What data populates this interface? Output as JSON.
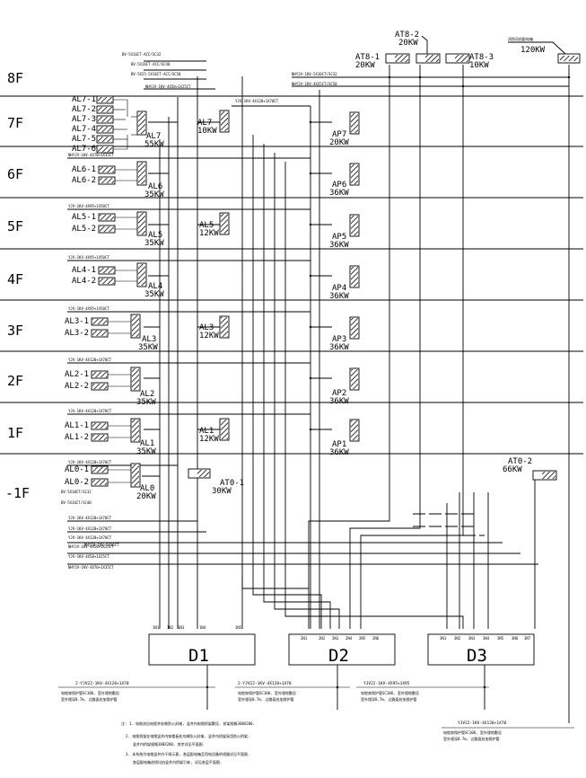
{
  "floors": [
    "8F",
    "7F",
    "6F",
    "5F",
    "4F",
    "3F",
    "2F",
    "1F",
    "-1F"
  ],
  "panels": {
    "AT8_1": {
      "name": "AT8-1",
      "power": "20KW"
    },
    "AT8_2": {
      "name": "AT8-2",
      "power": "20KW"
    },
    "AT8_3": {
      "name": "AT8-3",
      "power": "10KW"
    },
    "fan": {
      "name": "消防风机配电箱",
      "power": "120KW"
    },
    "AL7": {
      "name": "AL7",
      "power": "55KW"
    },
    "AL7r": {
      "name": "AL7",
      "power": "10KW"
    },
    "AP7": {
      "name": "AP7",
      "power": "20KW"
    },
    "AL6": {
      "name": "AL6",
      "power": "35KW"
    },
    "AP6": {
      "name": "AP6",
      "power": "36KW"
    },
    "AL5": {
      "name": "AL5",
      "power": "35KW"
    },
    "AL5r": {
      "name": "AL5",
      "power": "12KW"
    },
    "AP5": {
      "name": "AP5",
      "power": "36KW"
    },
    "AL4": {
      "name": "AL4",
      "power": "35KW"
    },
    "AP4": {
      "name": "AP4",
      "power": "36KW"
    },
    "AL3": {
      "name": "AL3",
      "power": "35KW"
    },
    "AL3r": {
      "name": "AL3",
      "power": "12KW"
    },
    "AP3": {
      "name": "AP3",
      "power": "36KW"
    },
    "AL2": {
      "name": "AL2",
      "power": "35KW"
    },
    "AP2": {
      "name": "AP2",
      "power": "36KW"
    },
    "AL1": {
      "name": "AL1",
      "power": "35KW"
    },
    "AL1r": {
      "name": "AL1",
      "power": "12KW"
    },
    "AP1": {
      "name": "AP1",
      "power": "36KW"
    },
    "AL0": {
      "name": "AL0",
      "power": "20KW"
    },
    "AT0_1": {
      "name": "AT0-1",
      "power": "30KW"
    },
    "AT0_2": {
      "name": "AT0-2",
      "power": "66KW"
    }
  },
  "subboards": {
    "f7": [
      "AL7-1",
      "AL7-2",
      "AL7-3",
      "AL7-4",
      "AL7-5",
      "AL7-6"
    ],
    "f6": [
      "AL6-1",
      "AL6-2"
    ],
    "f5": [
      "AL5-1",
      "AL5-2"
    ],
    "f4": [
      "AL4-1",
      "AL4-2"
    ],
    "f3": [
      "AL3-1",
      "AL3-2"
    ],
    "f2": [
      "AL2-1",
      "AL2-2"
    ],
    "f1": [
      "AL1-1",
      "AL1-2"
    ],
    "f0": [
      "AL0-1",
      "AL0-2"
    ]
  },
  "cables": {
    "c1": "BV-5X16CT-ACC/SC32",
    "c2": "BV-5X16CT-ACC/SC40",
    "c3": "BV-5X25-5X16CT-ACC/SC50",
    "c4": "NHYJV-1KV-4X50+1X25CT",
    "c5": "YJV-1KV-4X120+1X70CT",
    "c6": "NHYJV-1KV-5X10CT/SC32",
    "c7": "NHYJV-1KV-4X25CT/SC50",
    "c8": "NHYJV-1KV-4X70+1X35CT",
    "c9": "YJV-1KV-4X95+1X50CT",
    "c10": "YJV-1KV-4X95+1X50CT",
    "c11": "YJV-1KV-4X95+1X50CT",
    "c12": "YJV-1KV-4X120+1X70CT",
    "c13": "YJV-1KV-4X120+1X70CT",
    "c14": "YJV-1KV-4X120+1X70CT",
    "c15": "YJV-1KV-4X120+1X70CT",
    "c16": "BV-5X10CT/SC32",
    "c17": "BV-5X16CT/SC40",
    "c18": "YJV-1KV-4X120+1X70CT",
    "c19": "YJV-1KV-4X120+1X70CT",
    "c20": "NHYJV-1KV-4X50+1X25CT",
    "c21": "NHYJV-1KV-5X16CT",
    "c22": "YJV-1KV-4X50+1X25CT",
    "c23": "NHYJV-1KV-4X70+1X35CT"
  },
  "boards": {
    "D1": {
      "name": "D1",
      "ports": [
        "1N1",
        "1N2",
        "1N3",
        "1N4",
        "1N5"
      ]
    },
    "D2": {
      "name": "D2",
      "ports": [
        "2N1",
        "2N2",
        "2N3",
        "2N4",
        "2N5",
        "2N6"
      ]
    },
    "D3": {
      "name": "D3",
      "ports": [
        "3N1",
        "3N2",
        "3N3",
        "3N4",
        "3N5",
        "3N6",
        "3N7"
      ]
    }
  },
  "incoming": {
    "i1": {
      "cable": "2-YJV22-1KV-4X120+1X70",
      "n1": "电缆穿保护管SC100, 室外埋地敷设",
      "n2": "室外埋深0.7m, 过路面处加保护管"
    },
    "i2": {
      "cable": "2-YJV22-1KV-4X120+1X70",
      "n1": "电缆穿保护管SC100, 室外埋地敷设",
      "n2": "室外埋深0.7m, 过路面处加保护管"
    },
    "i3": {
      "cable": "YJV22-1KV-4X95+1X95",
      "n1": "电缆穿保护管SC100, 室外埋地敷设",
      "n2": "室外埋深0.7m, 过路面处加保护管"
    },
    "i4": {
      "cable": "YJV22-1KV-4X120+1X70",
      "n1": "电缆穿保护管SC100, 室外埋地敷设",
      "n2": "室外埋深0.7m, 过路面处加保护管"
    }
  },
  "notes": [
    "注: 1. 电缆进出电缆井处做防火封堵, 竖井内电缆桥架敷设, 桥架规格300X200.",
    "2. 电缆桥架在电缆竖井内穿楼板处均做防火封堵, 竖井内桥架采用防火桥架.",
    "竖井内桥架规格300X200, 其余详见平面图.",
    "3. 本系统为电缆竖井内干线示意, 各层配电箱至用电设备的线路详见平面图.",
    "各层配电箱进线均由竖井内桥架引来, 详见各层平面图."
  ]
}
